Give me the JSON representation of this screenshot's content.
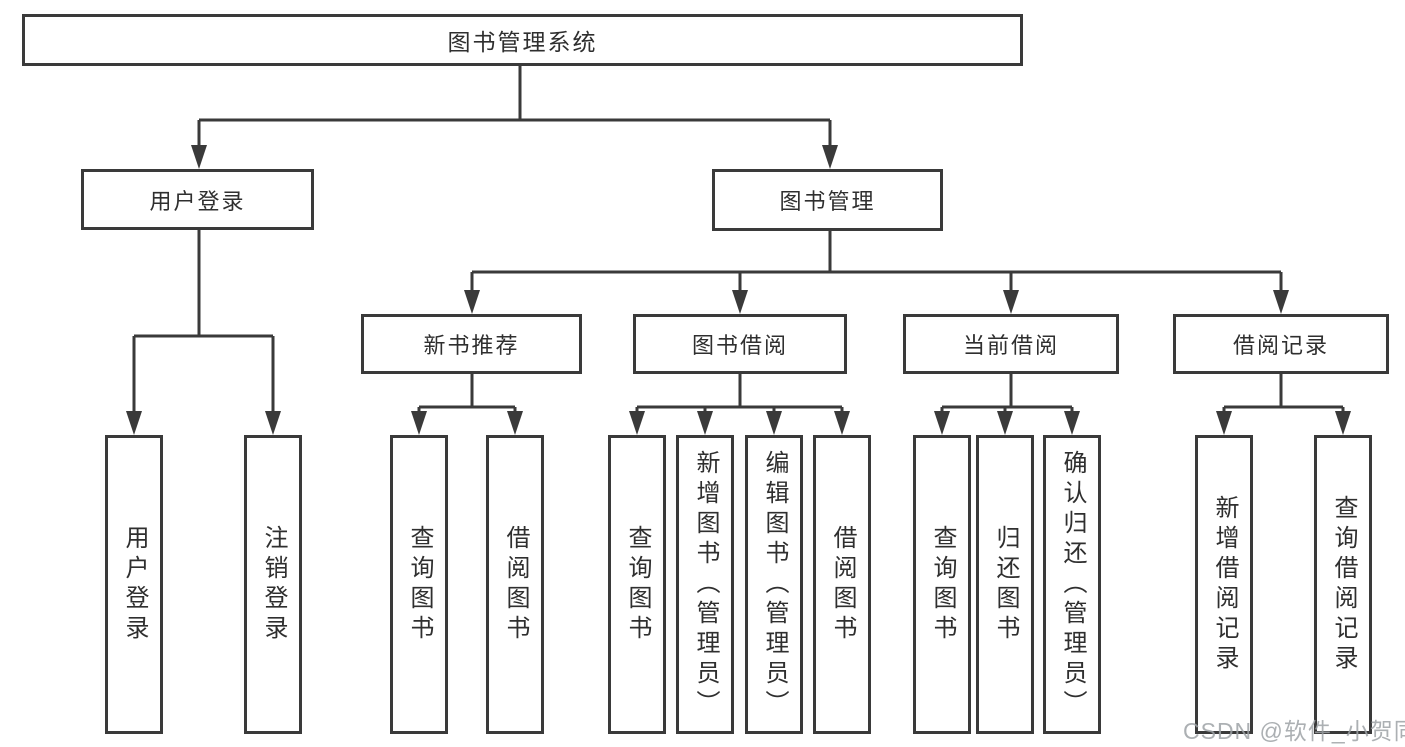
{
  "colors": {
    "line": "#3a3a3a",
    "text": "#2f2f2f",
    "background": "#ffffff",
    "watermark": "#9ea2a6"
  },
  "watermark": "CSDN @软件_小贺同学",
  "nodes": {
    "root": "图书管理系统",
    "user_login": "用户登录",
    "book_management": "图书管理",
    "new_book_recommend": "新书推荐",
    "book_borrowing": "图书借阅",
    "current_borrowing": "当前借阅",
    "borrowing_records": "借阅记录",
    "leaf_user_login": "用户登录",
    "leaf_logout": "注销登录",
    "leaf_nbr_query_books": "查询图书",
    "leaf_nbr_borrow_books": "借阅图书",
    "leaf_bb_query_books": "查询图书",
    "leaf_bb_add_books": "新增图书（管理员）",
    "leaf_bb_edit_books": "编辑图书（管理员）",
    "leaf_bb_borrow_books": "借阅图书",
    "leaf_cb_query_books": "查询图书",
    "leaf_cb_return_books": "归还图书",
    "leaf_cb_confirm_return": "确认归还（管理员）",
    "leaf_br_add_record": "新增借阅记录",
    "leaf_br_query_record": "查询借阅记录"
  },
  "structure": {
    "root": "图书管理系统",
    "children_of_root": [
      "用户登录",
      "图书管理"
    ],
    "children_of_user_login": [
      "用户登录",
      "注销登录"
    ],
    "children_of_book_management": [
      "新书推荐",
      "图书借阅",
      "当前借阅",
      "借阅记录"
    ],
    "children_of_new_book_recommend": [
      "查询图书",
      "借阅图书"
    ],
    "children_of_book_borrowing": [
      "查询图书",
      "新增图书（管理员）",
      "编辑图书（管理员）",
      "借阅图书"
    ],
    "children_of_current_borrowing": [
      "查询图书",
      "归还图书",
      "确认归还（管理员）"
    ],
    "children_of_borrowing_records": [
      "新增借阅记录",
      "查询借阅记录"
    ]
  }
}
